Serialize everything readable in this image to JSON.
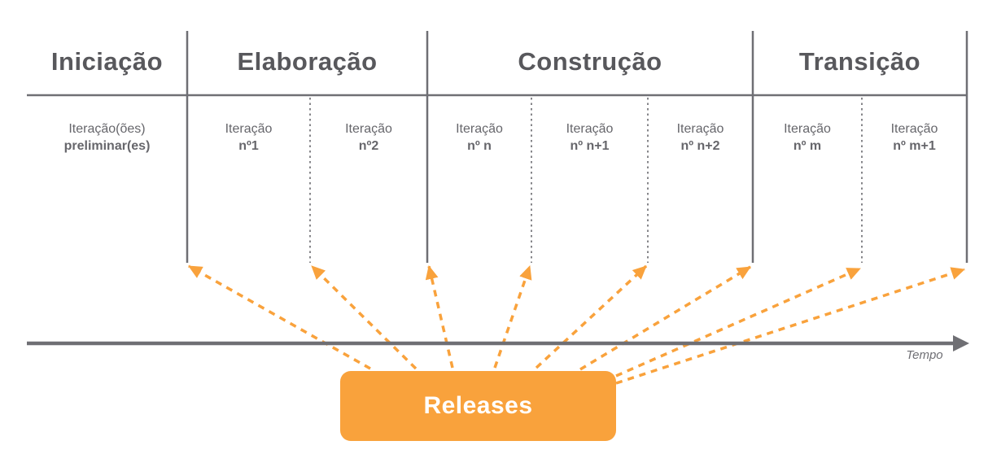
{
  "phases": [
    {
      "title": "Iniciação"
    },
    {
      "title": "Elaboração"
    },
    {
      "title": "Construção"
    },
    {
      "title": "Transição"
    }
  ],
  "iterations": [
    {
      "line1": "Iteração(ões)",
      "line2": "preliminar(es)"
    },
    {
      "line1": "Iteração",
      "line2": "nº1"
    },
    {
      "line1": "Iteração",
      "line2": "nº2"
    },
    {
      "line1": "Iteração",
      "line2": "nº n"
    },
    {
      "line1": "Iteração",
      "line2": "nº n+1"
    },
    {
      "line1": "Iteração",
      "line2": "nº n+2"
    },
    {
      "line1": "Iteração",
      "line2": "nº m"
    },
    {
      "line1": "Iteração",
      "line2": "nº m+1"
    }
  ],
  "axis": {
    "label": "Tempo"
  },
  "releases": {
    "label": "Releases"
  },
  "colors": {
    "accent_orange": "#F9A23C",
    "line_gray": "#6F6F74",
    "dotted_gray": "#86868A",
    "title_text": "#58585C",
    "label_text": "#66666B",
    "releases_text": "#FFFFFF"
  }
}
